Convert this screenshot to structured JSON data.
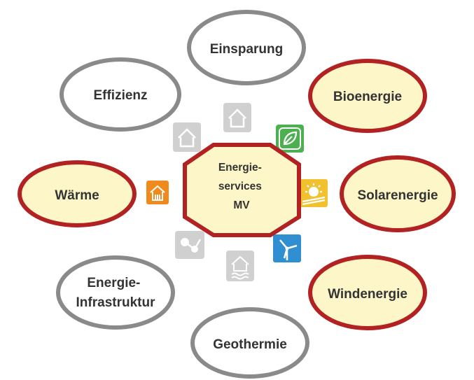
{
  "center": {
    "lines": [
      "Energie-",
      "services",
      "MV"
    ]
  },
  "nodes": [
    {
      "id": "einsparung",
      "lines": [
        "Einsparung"
      ],
      "active": false
    },
    {
      "id": "bioenergie",
      "lines": [
        "Bioenergie"
      ],
      "active": true
    },
    {
      "id": "solarenergie",
      "lines": [
        "Solarenergie"
      ],
      "active": true
    },
    {
      "id": "windenergie",
      "lines": [
        "Windenergie"
      ],
      "active": true
    },
    {
      "id": "geothermie",
      "lines": [
        "Geothermie"
      ],
      "active": false
    },
    {
      "id": "energie-infrastruktur",
      "lines": [
        "Energie-",
        "Infrastruktur"
      ],
      "active": false
    },
    {
      "id": "waerme",
      "lines": [
        "Wärme"
      ],
      "active": true
    },
    {
      "id": "effizienz",
      "lines": [
        "Effizienz"
      ],
      "active": false
    }
  ],
  "icons": [
    {
      "name": "house-icon",
      "color": "#a9a9a9"
    },
    {
      "name": "leaf-icon",
      "color": "#4caf50"
    },
    {
      "name": "sun-panel-icon",
      "color": "#f2c12e"
    },
    {
      "name": "wind-turbine-icon",
      "color": "#2f8fd0"
    },
    {
      "name": "geothermal-house-icon",
      "color": "#a9a9a9"
    },
    {
      "name": "network-icon",
      "color": "#a9a9a9"
    },
    {
      "name": "heat-house-icon",
      "color": "#f08a1c"
    },
    {
      "name": "efficiency-house-icon",
      "color": "#a9a9a9"
    }
  ],
  "colors": {
    "active_fill": "#fdf6c8",
    "active_stroke": "#b22222",
    "inactive_fill": "#ffffff",
    "inactive_stroke": "#8a8a8a",
    "text": "#333333"
  }
}
